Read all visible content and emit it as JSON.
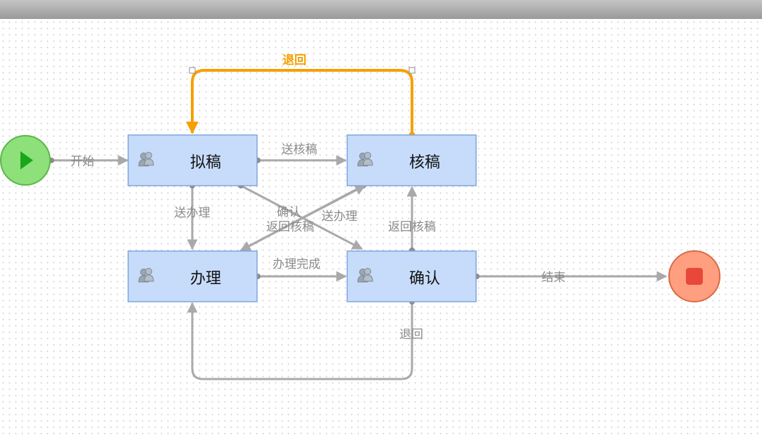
{
  "diagram": {
    "nodes": {
      "draft": "拟稿",
      "review": "核稿",
      "handle": "办理",
      "confirm": "确认"
    },
    "edges": {
      "start": "开始",
      "send_review": "送核稿",
      "send_handle": "送办理",
      "confirm": "确认",
      "send_handle_2": "送办理",
      "return_review_1": "返回核稿",
      "return_review_2": "返回核稿",
      "handle_done": "办理完成",
      "end": "结束",
      "back_top": "退回",
      "back_bottom": "退回"
    },
    "colors": {
      "node_fill": "#c7dcfa",
      "edge": "#a9a9a9",
      "highlight": "#f5a000",
      "start": "#8ee07a",
      "end": "#ff9f80"
    },
    "icons": {
      "start": "play-icon",
      "end": "stop-icon",
      "user_group": "user-group-icon"
    }
  }
}
